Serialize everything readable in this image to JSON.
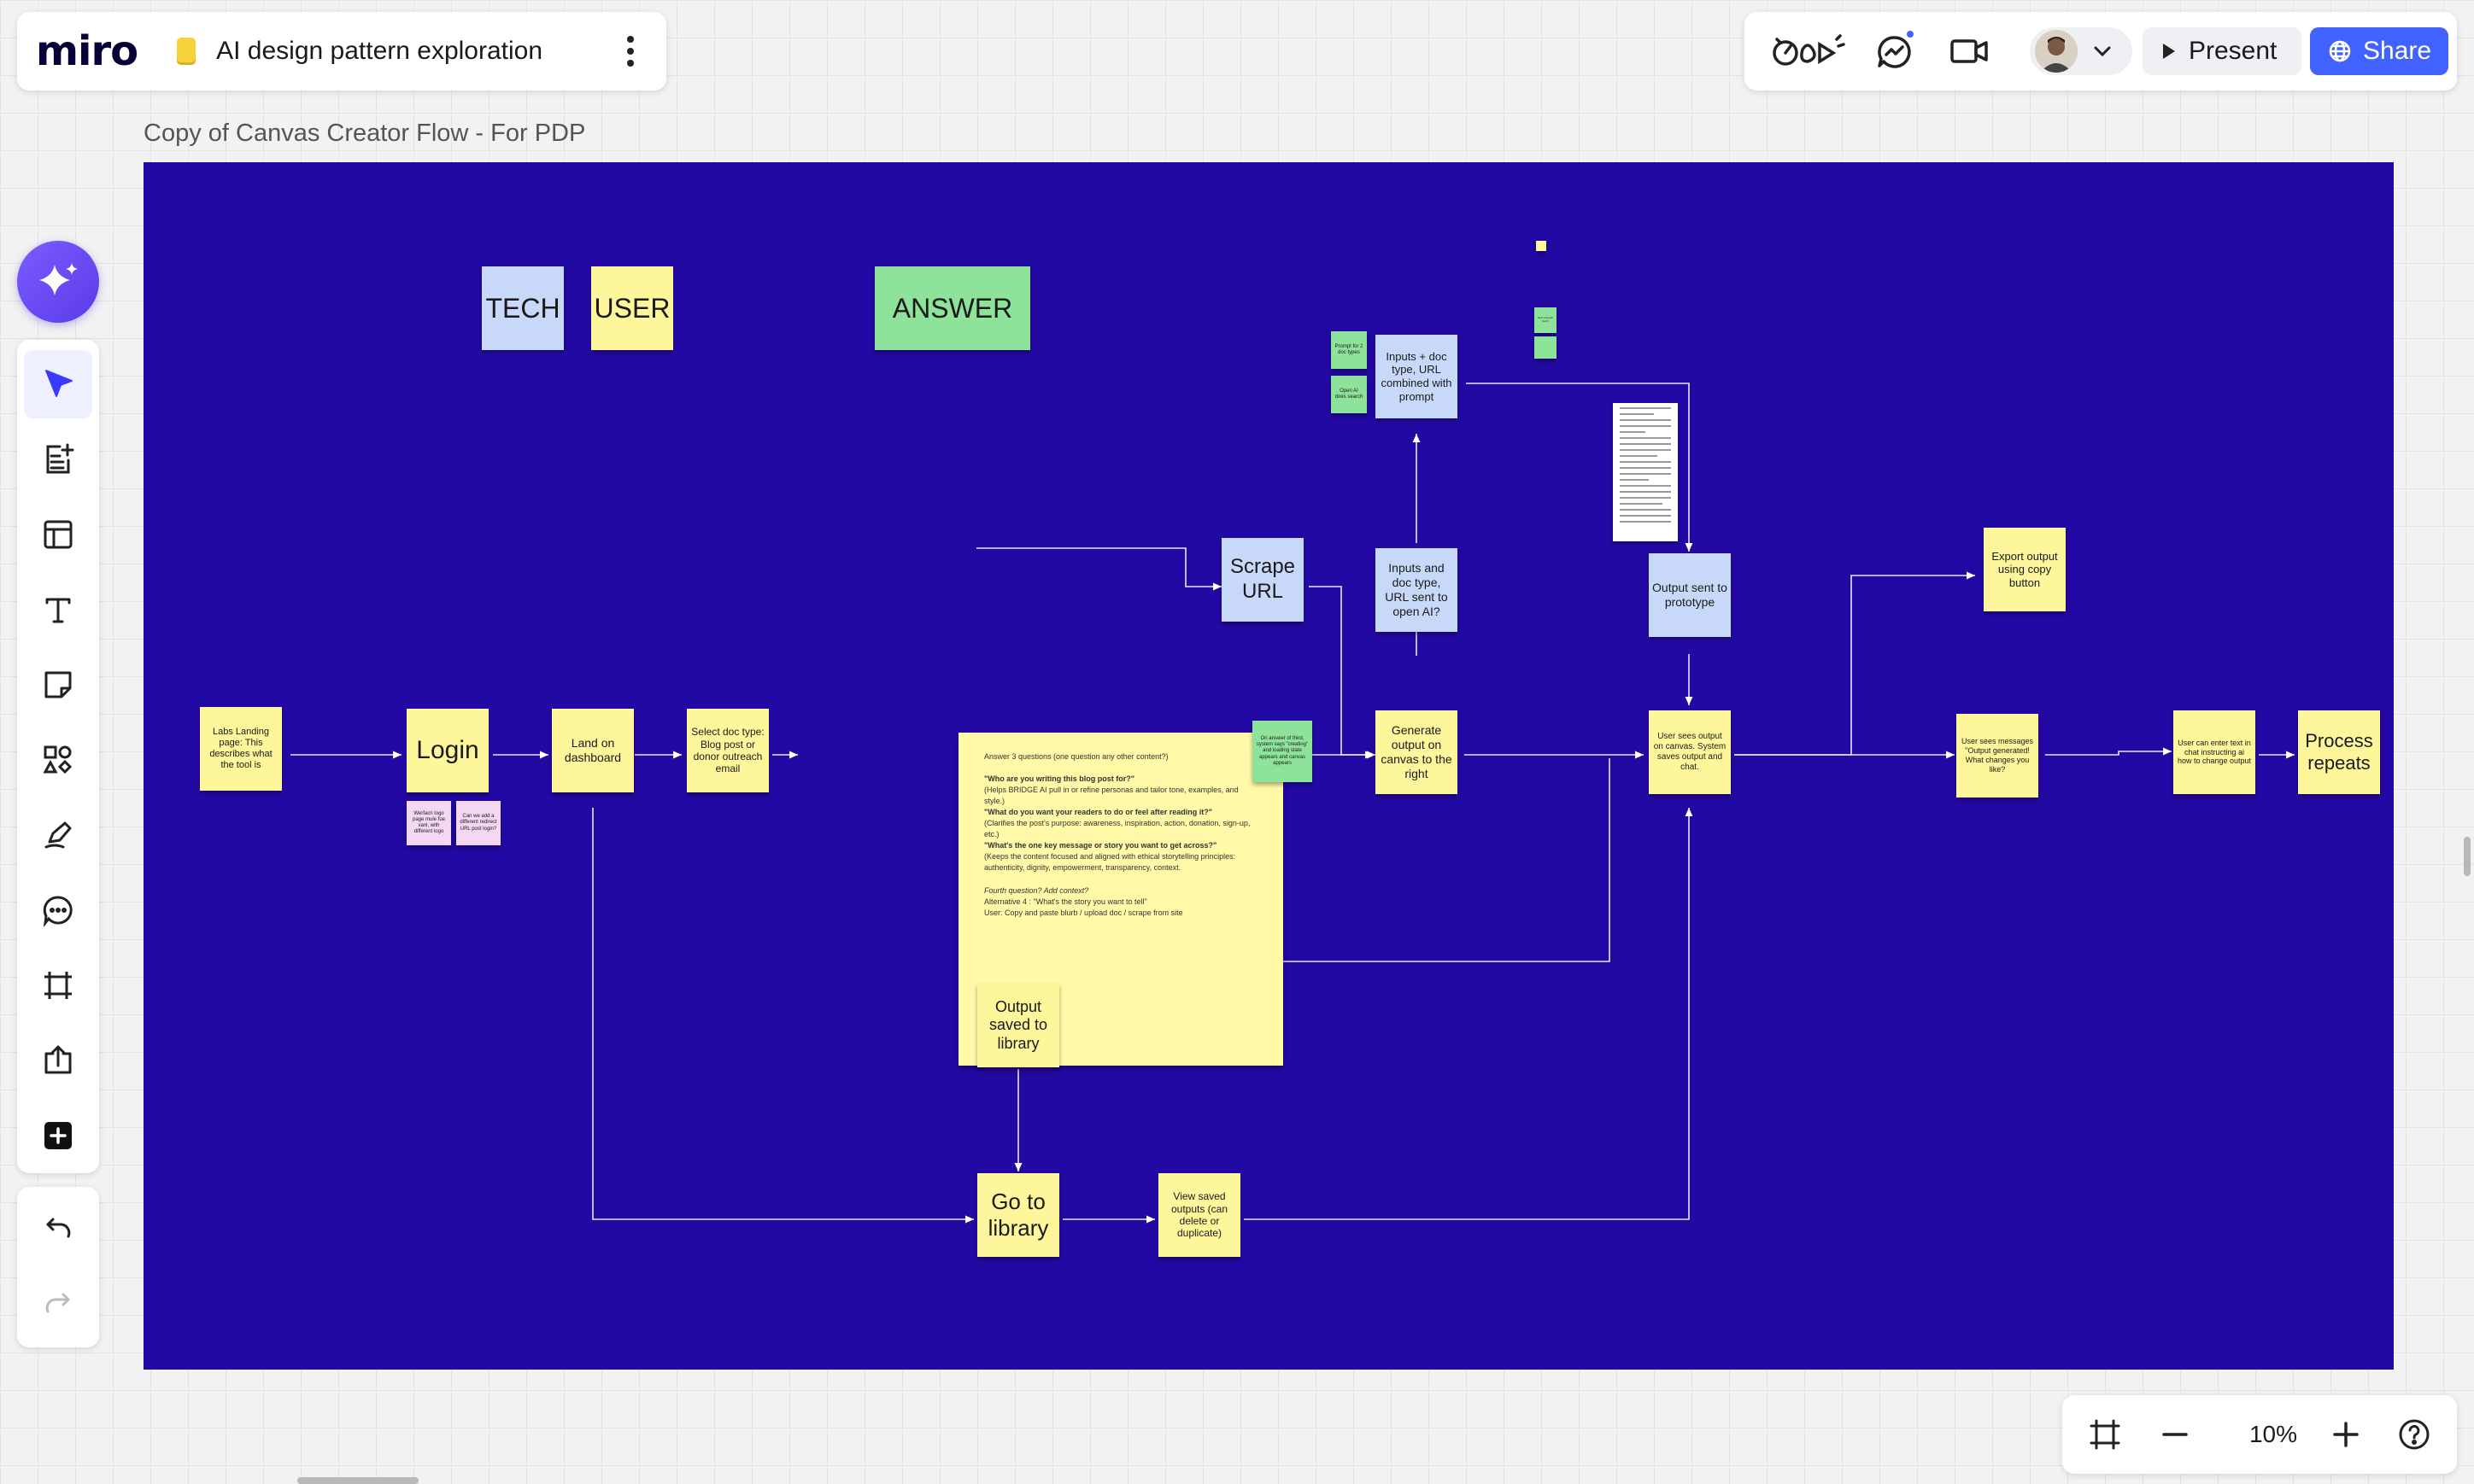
{
  "app": {
    "logo": "miro",
    "board_title": "AI design pattern exploration"
  },
  "header": {
    "present_label": "Present",
    "share_label": "Share",
    "icons": [
      "reactions-icon",
      "collaboration-icon",
      "video-icon",
      "avatar",
      "chevron-down-icon"
    ]
  },
  "toolbar": {
    "tools": [
      "select-tool",
      "templates-tool",
      "layout-tool",
      "text-tool",
      "sticky-note-tool",
      "shapes-tool",
      "pen-tool",
      "comment-tool",
      "frame-tool",
      "upload-tool",
      "more-apps-tool"
    ],
    "history": [
      "undo",
      "redo"
    ]
  },
  "frame": {
    "title": "Copy of Canvas Creator Flow - For PDP"
  },
  "legend": {
    "tech": "TECH",
    "user": "USER",
    "answer": "ANSWER"
  },
  "notes": {
    "labs_landing": "Labs Landing page: This describes what the tool is",
    "login": "Login",
    "login_sub1": "Werfacn logo page mule fue vanl, with different logo",
    "login_sub2": "Can we add a different redirect URL post login?",
    "dashboard": "Land on dashboard",
    "select_doc": "Select doc type: Blog post or donor outreach email",
    "questions": {
      "intro": "Answer 3 questions (one question any other content?)",
      "q1": "\"Who are you writing this blog post for?\"",
      "q1_note": "(Helps BRIDGE AI pull in or refine personas and tailor tone, examples, and style.)",
      "q2": "\"What do you want your readers to do or feel after reading it?\"",
      "q2_note": "(Clarifies the post's purpose: awareness, inspiration, action, donation, sign-up, etc.)",
      "q3": "\"What's the one key message or story you want to get across?\"",
      "q3_note": "(Keeps the content focused and aligned with ethical storytelling principles: authenticity, dignity, empowerment, transparency, context.",
      "q4": "Fourth question? Add context?",
      "alt": "Alternative 4 : \"What's the story you want to tell\"",
      "user": "User: Copy and paste  blurb / upload doc / scrape from site"
    },
    "scrape_url": "Scrape URL",
    "on_answer": "On answer of third, system says \"creating\" and loading state appears and canvas appears",
    "prompt_doc": "Prompt for 2 doc types",
    "openai_search": "Open AI does search",
    "inputs_combined": "Inputs + doc type, URL combined with prompt",
    "inputs_sent": "Inputs and doc type, URL sent to open AI?",
    "generate": "Generate output on canvas to the right",
    "output_prototype": "Output sent to prototype",
    "user_sees_output": "User sees output on canvas. System saves output and chat.",
    "export": "Export output using copy button",
    "user_messages": "User sees messages \"Output generated! What changes you like?",
    "user_enter": "User can enter text in chat instructing ai how to change output",
    "process_repeats": "Process repeats",
    "output_saved": "Output saved to library",
    "go_library": "Go to library",
    "view_saved": "View saved outputs (can delete or duplicate)",
    "doc_side_note": "Next prompts (tech)"
  },
  "zoom": {
    "level": "10%"
  },
  "colors": {
    "frame_bg": "#2309a3",
    "sticky_yellow": "#fdf69a",
    "sticky_blue": "#c8d8f8",
    "sticky_green": "#8ee39a",
    "accent": "#4262ff"
  }
}
